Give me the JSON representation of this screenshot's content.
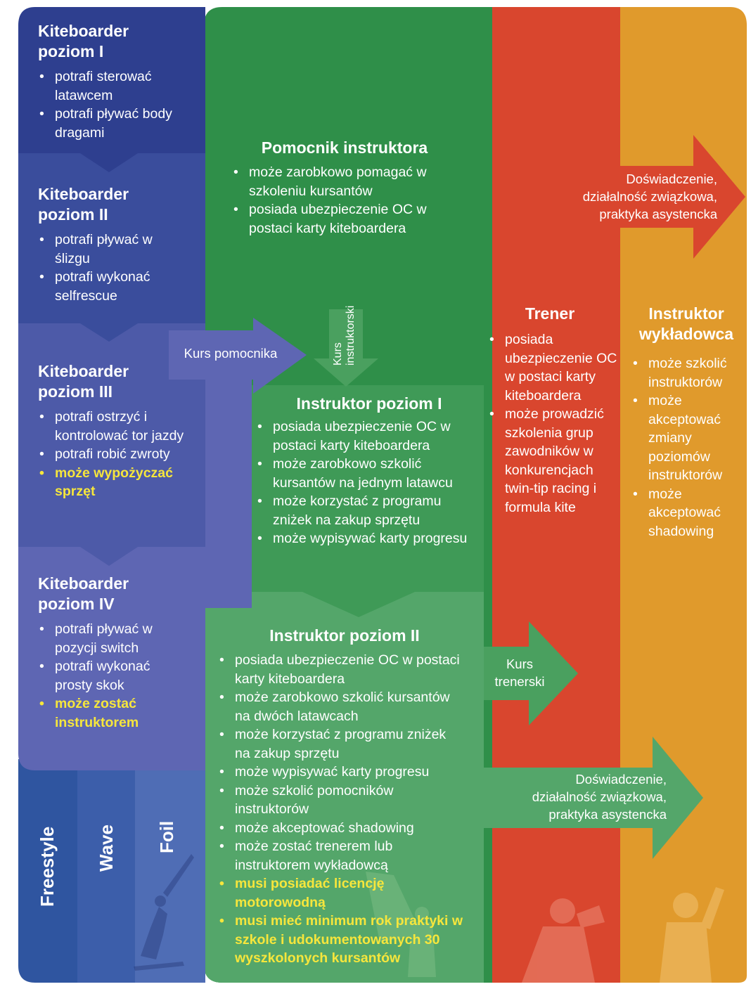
{
  "colors": {
    "level1": "#2e3f8f",
    "level2": "#3a4d9c",
    "level3": "#4d5aa8",
    "level4": "#5e66b3",
    "green_top": "#2f8f49",
    "green_mid": "#3f9a57",
    "green_low": "#54a66a",
    "red": "#d9462e",
    "orange": "#e09a2c",
    "highlight": "#f6e63c"
  },
  "kiteboarder": [
    {
      "title_line1": "Kiteboarder",
      "title_line2": "poziom I",
      "bullets": [
        {
          "text": "potrafi sterować latawcem",
          "highlight": false
        },
        {
          "text": "potrafi pływać body dragami",
          "highlight": false
        }
      ]
    },
    {
      "title_line1": "Kiteboarder",
      "title_line2": "poziom II",
      "bullets": [
        {
          "text": "potrafi pływać w ślizgu",
          "highlight": false
        },
        {
          "text": "potrafi wykonać selfrescue",
          "highlight": false
        }
      ]
    },
    {
      "title_line1": "Kiteboarder",
      "title_line2": "poziom III",
      "bullets": [
        {
          "text": "potrafi ostrzyć i kontrolować tor jazdy",
          "highlight": false
        },
        {
          "text": "potrafi robić zwroty",
          "highlight": false
        },
        {
          "text": "może wypożyczać sprzęt",
          "highlight": true
        }
      ]
    },
    {
      "title_line1": "Kiteboarder",
      "title_line2": "poziom IV",
      "bullets": [
        {
          "text": "potrafi pływać w pozycji switch",
          "highlight": false
        },
        {
          "text": "potrafi wykonać prosty skok",
          "highlight": false
        },
        {
          "text": "może zostać instruktorem",
          "highlight": true
        }
      ]
    }
  ],
  "disciplines": [
    "Freestyle",
    "Wave",
    "Foil"
  ],
  "pomocnik": {
    "title": "Pomocnik instruktora",
    "bullets": [
      "może zarobkowo pomagać w szkoleniu kursantów",
      "posiada ubezpieczenie OC w postaci karty kiteboardera"
    ]
  },
  "arrows": {
    "kurs_pomocnika": "Kurs pomocnika",
    "kurs_instruktorski_line1": "Kurs",
    "kurs_instruktorski_line2": "instruktorski",
    "kurs_trenerski_line1": "Kurs",
    "kurs_trenerski_line2": "trenerski",
    "experience_top": [
      "Doświadczenie,",
      "działalność związkowa,",
      "praktyka asystencka"
    ],
    "experience_bottom": [
      "Doświadczenie,",
      "działalność związkowa,",
      "praktyka asystencka"
    ]
  },
  "instruktor1": {
    "title": "Instruktor poziom I",
    "bullets": [
      "posiada ubezpieczenie OC w postaci karty kiteboardera",
      "może zarobkowo szkolić kursantów na jednym latawcu",
      "może korzystać z programu zniżek na zakup sprzętu",
      "może wypisywać karty progresu"
    ]
  },
  "instruktor2": {
    "title": "Instruktor poziom II",
    "bullets": [
      {
        "text": "posiada ubezpieczenie OC w postaci karty kiteboardera",
        "highlight": false
      },
      {
        "text": "może zarobkowo szkolić kursantów na dwóch latawcach",
        "highlight": false
      },
      {
        "text": "może korzystać z programu zniżek na zakup sprzętu",
        "highlight": false
      },
      {
        "text": "może wypisywać karty progresu",
        "highlight": false
      },
      {
        "text": "może szkolić pomocników instruktorów",
        "highlight": false
      },
      {
        "text": "może akceptować shadowing",
        "highlight": false
      },
      {
        "text": "może zostać trenerem lub instruktorem wykładowcą",
        "highlight": false
      },
      {
        "text": "musi posiadać licencję motorowodną",
        "highlight": true
      },
      {
        "text": "musi mieć minimum rok praktyki w szkole i udokumentowanych 30 wyszkolonych kursantów",
        "highlight": true
      }
    ]
  },
  "trener": {
    "title": "Trener",
    "bullets": [
      "posiada ubezpieczenie OC w postaci karty kiteboardera",
      "może prowadzić szkolenia grup zawodników w konkurencjach twin-tip racing i formula kite"
    ]
  },
  "wykladowca": {
    "title_line1": "Instruktor",
    "title_line2": "wykładowca",
    "bullets": [
      "może szkolić instruktorów",
      "może akceptować zmiany poziomów instruktorów",
      "może akceptować shadowing"
    ]
  }
}
